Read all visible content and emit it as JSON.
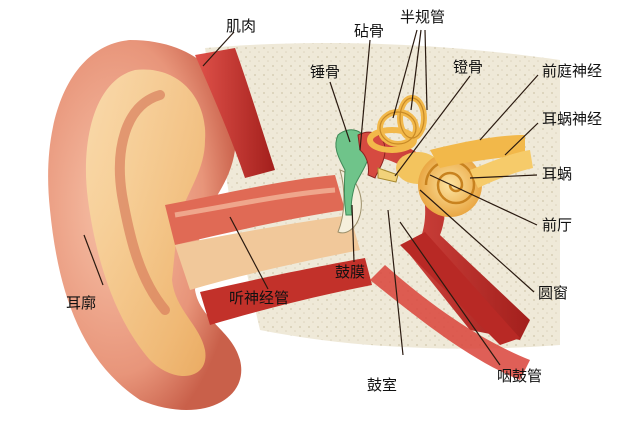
{
  "labels": {
    "muscle": "肌肉",
    "incus": "砧骨",
    "semicircular_canals": "半规管",
    "malleus": "锤骨",
    "stapes": "镫骨",
    "vestibular_nerve": "前庭神经",
    "cochlear_nerve": "耳蜗神经",
    "cochlea": "耳蜗",
    "vestibule": "前厅",
    "round_window": "圆窗",
    "auricle": "耳廓",
    "auditory_canal": "听神经管",
    "eardrum": "鼓膜",
    "tympanic_cavity": "鼓室",
    "eustachian_tube": "咽鼓管"
  },
  "colors": {
    "skin": "#e8957a",
    "skin_dark": "#c9604a",
    "cartilage": "#f4c27e",
    "bone": "#ece6d3",
    "muscle": "#c2312a",
    "cochlea": "#f2b84a",
    "ossicle_green": "#6fc48a",
    "leader_line": "#2a1a10"
  }
}
